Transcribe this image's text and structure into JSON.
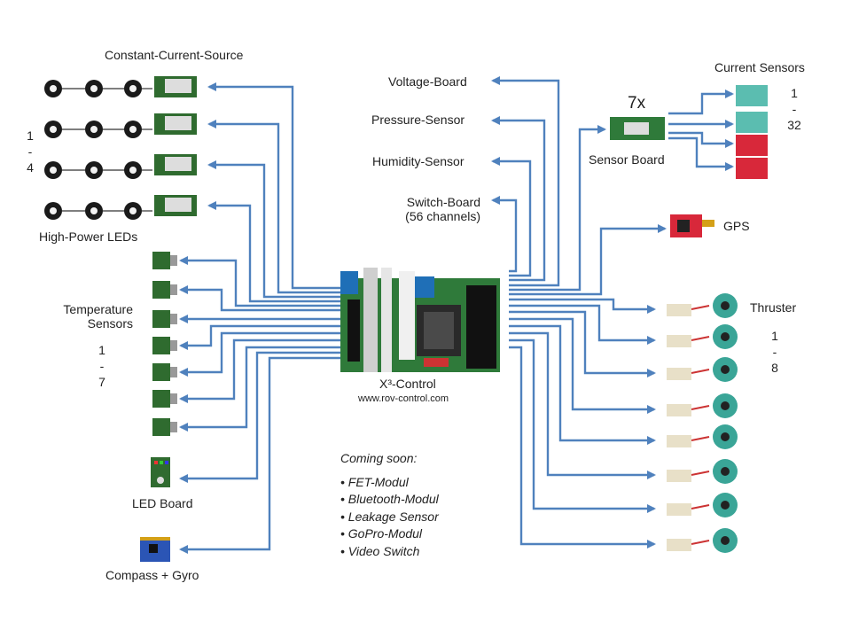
{
  "labels": {
    "constant_current_source": "Constant-Current-Source",
    "high_power_leds": "High-Power LEDs",
    "temperature_sensors_line1": "Temperature",
    "temperature_sensors_line2": "Sensors",
    "led_board": "LED Board",
    "compass_gyro": "Compass + Gyro",
    "voltage_board": "Voltage-Board",
    "pressure_sensor": "Pressure-Sensor",
    "humidity_sensor": "Humidity-Sensor",
    "switch_board_line1": "Switch-Board",
    "switch_board_line2": "(56 channels)",
    "current_sensors": "Current Sensors",
    "sensor_board_count": "7x",
    "sensor_board": "Sensor Board",
    "gps": "GPS",
    "thruster": "Thruster",
    "controller": "X³-Control",
    "website": "www.rov-control.com"
  },
  "ranges": {
    "leds": [
      "1",
      "-",
      "4"
    ],
    "temperature": [
      "1",
      "-",
      "7"
    ],
    "current": [
      "1",
      "-",
      "32"
    ],
    "thruster": [
      "1",
      "-",
      "8"
    ]
  },
  "coming_soon": {
    "title": "Coming soon:",
    "items": [
      "• FET-Modul",
      "• Bluetooth-Modul",
      "• Leakage Sensor",
      "• GoPro-Modul",
      "• Video Switch"
    ]
  },
  "colors": {
    "connector": "#4f81bd",
    "pcb_red": "#cc3333",
    "pcb_green": "#2f6b2f",
    "led_black": "#1a1a1a",
    "motor_teal": "#3aa597"
  }
}
